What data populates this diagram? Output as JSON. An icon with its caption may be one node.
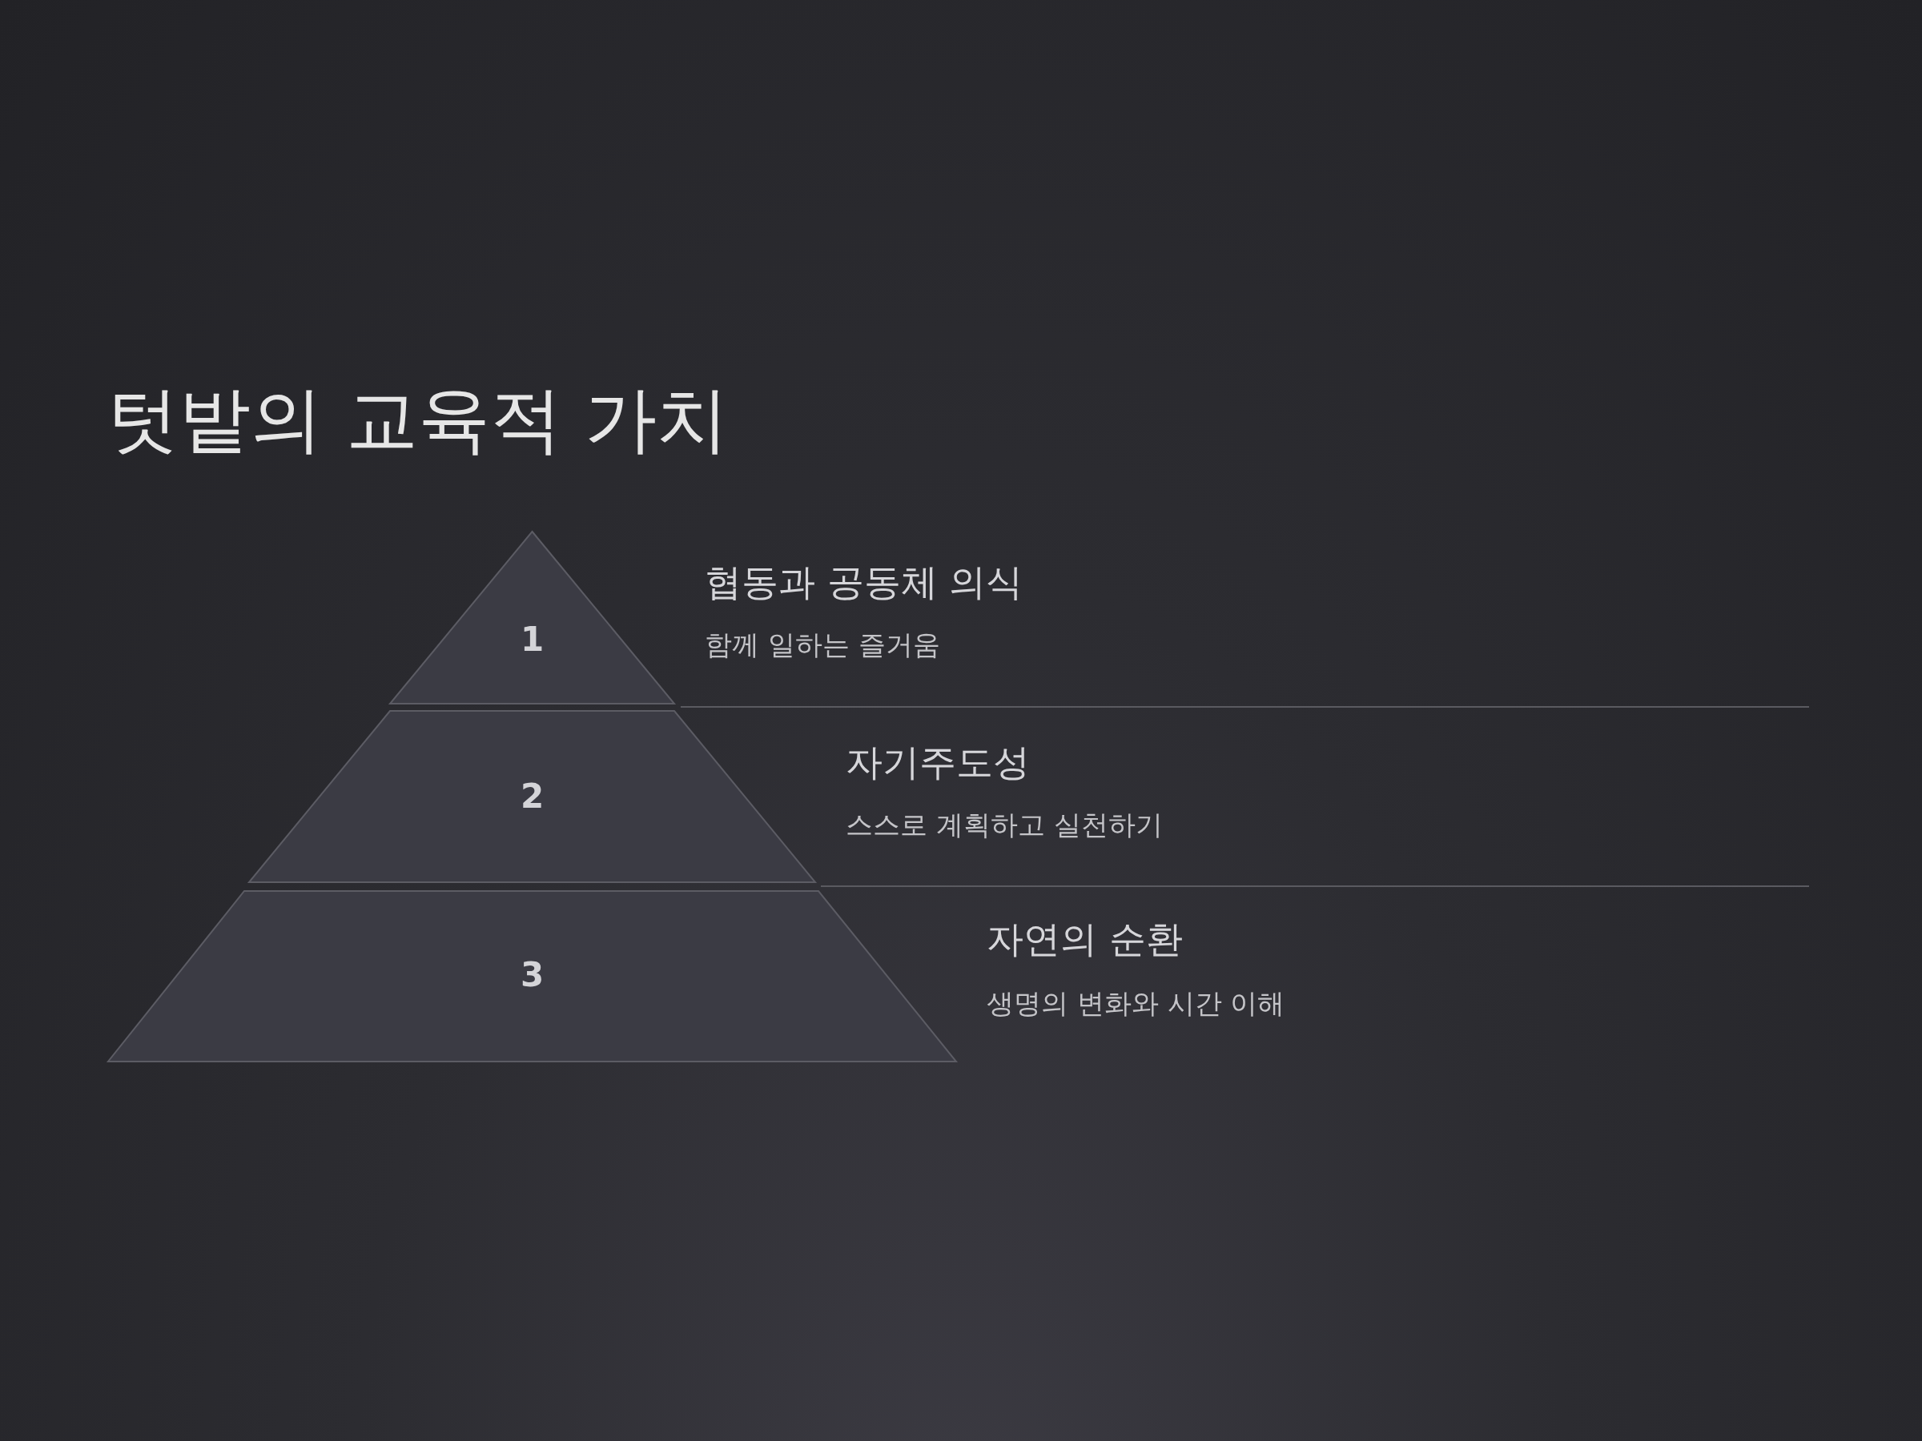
{
  "diagram": {
    "title": "텃밭의 교육적 가치",
    "nodes": [
      {
        "text": [
          "1"
        ],
        "beside": [
          "협동과 공동체 의식",
          "함께 일하는 즐거움"
        ]
      },
      {
        "text": [
          "2"
        ],
        "beside": [
          "자기주도성",
          "스스로 계획하고 실천하기"
        ]
      },
      {
        "text": [
          "3"
        ],
        "beside": [
          "자연의 순환",
          "생명의 변화와 시간 이해"
        ]
      }
    ]
  }
}
